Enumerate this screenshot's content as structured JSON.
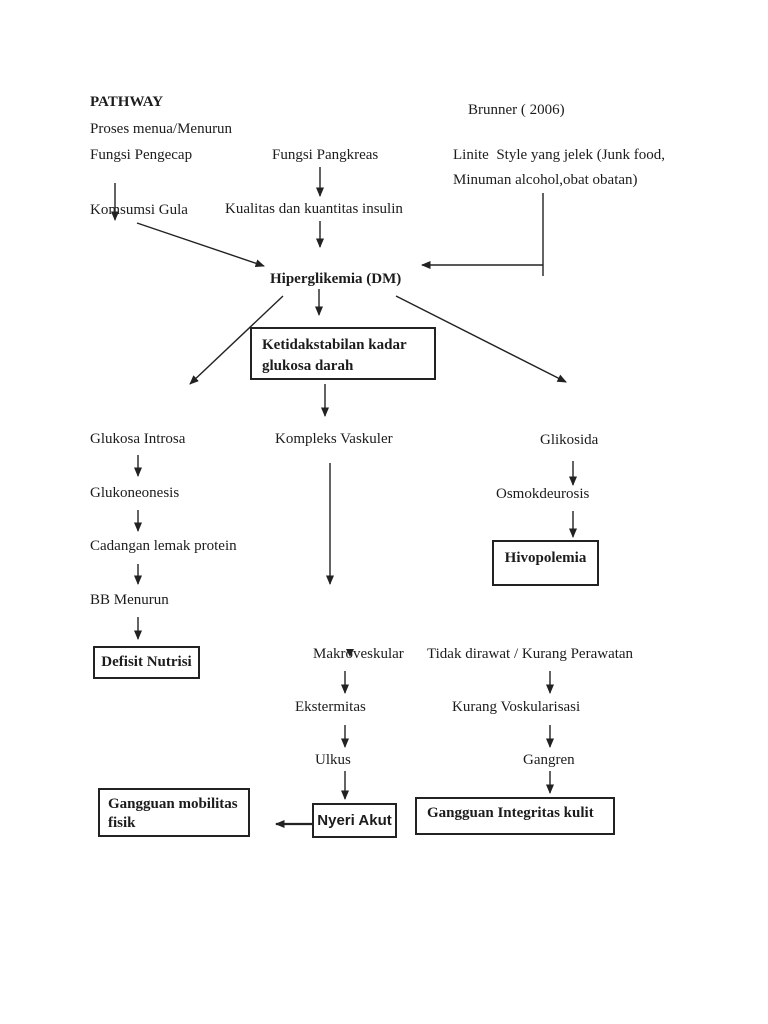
{
  "page": {
    "title": "PATHWAY",
    "source": "Brunner ( 2006)"
  },
  "colors": {
    "ink": "#1c1c1c",
    "background": "#ffffff"
  },
  "labels": {
    "proses": "Proses menua/Menurun",
    "fungsi_pengecap": "Fungsi Pengecap",
    "fungsi_pangkreas": "Fungsi Pangkreas",
    "linite_1": "Linite  Style yang jelek (Junk food,",
    "linite_2": "Minuman alcohol,obat obatan)",
    "komsumsi": "Komsumsi Gula",
    "kualitas": "Kualitas dan kuantitas insulin",
    "hiperglikemia": "Hiperglikemia (DM)",
    "ketidakstabilan": "Ketidakstabilan kadar glukosa darah",
    "glukosa_introsa": "Glukosa Introsa",
    "kompleks_vaskuler": "Kompleks Vaskuler",
    "glikosida": "Glikosida",
    "glukoneonesis": "Glukoneonesis",
    "osmokdeurosis": "Osmokdeurosis",
    "cadangan": "Cadangan lemak protein",
    "hivopolemia": "Hivopolemia",
    "bb_menurun": "BB Menurun",
    "defisit_nutrisi": "Defisit Nutrisi",
    "makroveskular": "Makroveskular",
    "tidak_dirawat": "Tidak dirawat / Kurang Perawatan",
    "ekstermitas": "Ekstermitas",
    "kurang_voskularisasi": "Kurang Voskularisasi",
    "ulkus": "Ulkus",
    "gangren": "Gangren",
    "gangguan_mobilitas": "Gangguan mobilitas fisik",
    "nyeri_akut": "Nyeri Akut",
    "gangguan_integritas": "Gangguan Integritas kulit"
  },
  "edges": [
    {
      "from": "Fungsi Pengecap",
      "to": "Komsumsi Gula"
    },
    {
      "from": "Fungsi Pangkreas",
      "to": "Kualitas dan kuantitas insulin"
    },
    {
      "from": "Komsumsi Gula",
      "to": "Hiperglikemia (DM)"
    },
    {
      "from": "Kualitas dan kuantitas insulin",
      "to": "Hiperglikemia (DM)"
    },
    {
      "from": "Linite Style yang jelek (Junk food, Minuman alcohol,obat obatan)",
      "to": "Hiperglikemia (DM)"
    },
    {
      "from": "Hiperglikemia (DM)",
      "to": "Ketidakstabilan kadar glukosa darah"
    },
    {
      "from": "Hiperglikemia (DM)",
      "to": "Glukosa Introsa"
    },
    {
      "from": "Hiperglikemia (DM)",
      "to": "Glikosida"
    },
    {
      "from": "Ketidakstabilan kadar glukosa darah",
      "to": "Kompleks Vaskuler"
    },
    {
      "from": "Glukosa Introsa",
      "to": "Glukoneonesis"
    },
    {
      "from": "Glukoneonesis",
      "to": "Cadangan lemak protein"
    },
    {
      "from": "Cadangan lemak protein",
      "to": "BB Menurun"
    },
    {
      "from": "BB Menurun",
      "to": "Defisit Nutrisi"
    },
    {
      "from": "Kompleks Vaskuler",
      "to": "Makroveskular"
    },
    {
      "from": "Glikosida",
      "to": "Osmokdeurosis"
    },
    {
      "from": "Osmokdeurosis",
      "to": "Hivopolemia"
    },
    {
      "from": "Makroveskular",
      "to": "Ekstermitas"
    },
    {
      "from": "Tidak dirawat / Kurang Perawatan",
      "to": "Kurang Voskularisasi"
    },
    {
      "from": "Ekstermitas",
      "to": "Ulkus"
    },
    {
      "from": "Kurang Voskularisasi",
      "to": "Gangren"
    },
    {
      "from": "Ulkus",
      "to": "Nyeri Akut"
    },
    {
      "from": "Gangren",
      "to": "Gangguan Integritas kulit"
    },
    {
      "from": "Nyeri Akut",
      "to": "Gangguan mobilitas fisik"
    }
  ]
}
